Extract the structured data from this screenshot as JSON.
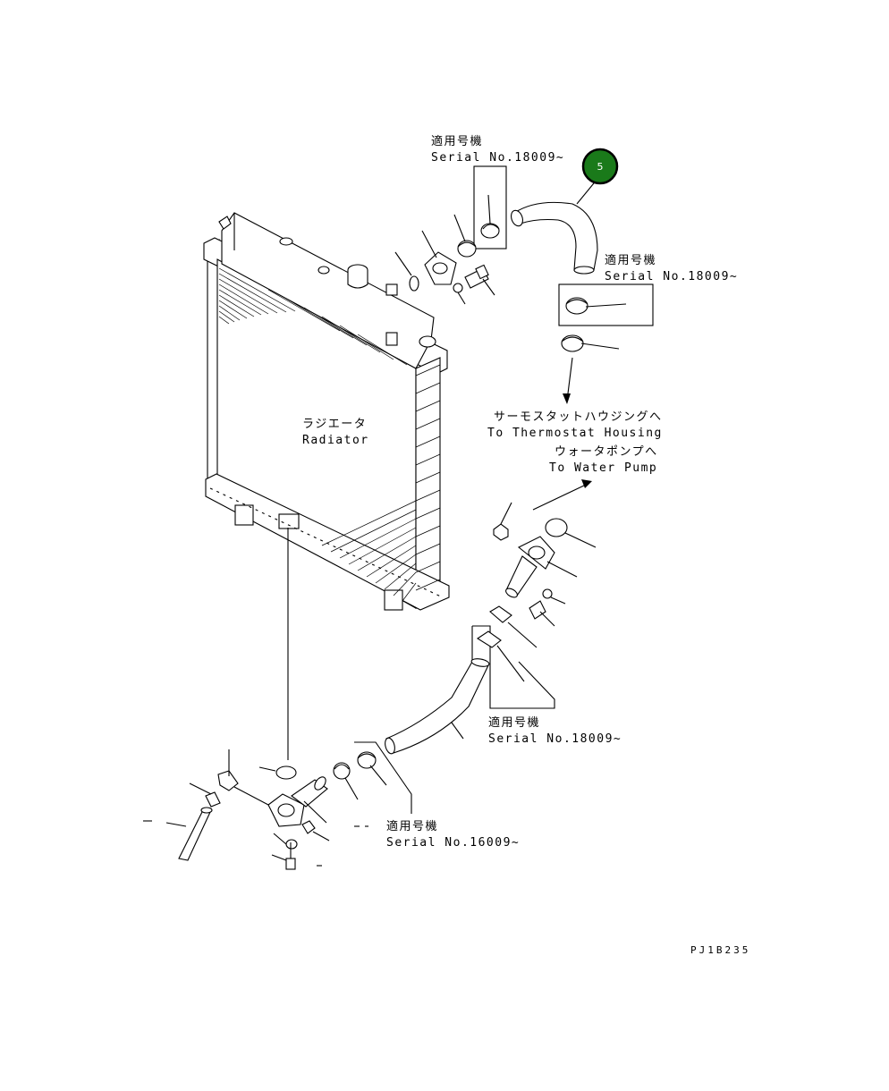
{
  "labels": {
    "serial_jp": "適用号機",
    "serial_top": "Serial No.18009~",
    "serial_right": "Serial No.18009~",
    "serial_mid": "Serial No.18009~",
    "serial_bottom": "Serial No.16009~",
    "thermostat_jp": "サーモスタットハウジングへ",
    "thermostat_en": "To Thermostat Housing",
    "waterpump_jp": "ウォータポンプへ",
    "waterpump_en": "To Water Pump",
    "radiator_jp": "ラジエータ",
    "radiator_en": "Radiator",
    "drawing_code": "PJ1B235"
  },
  "callout": {
    "number": "5",
    "color": "#1a7a1a"
  }
}
